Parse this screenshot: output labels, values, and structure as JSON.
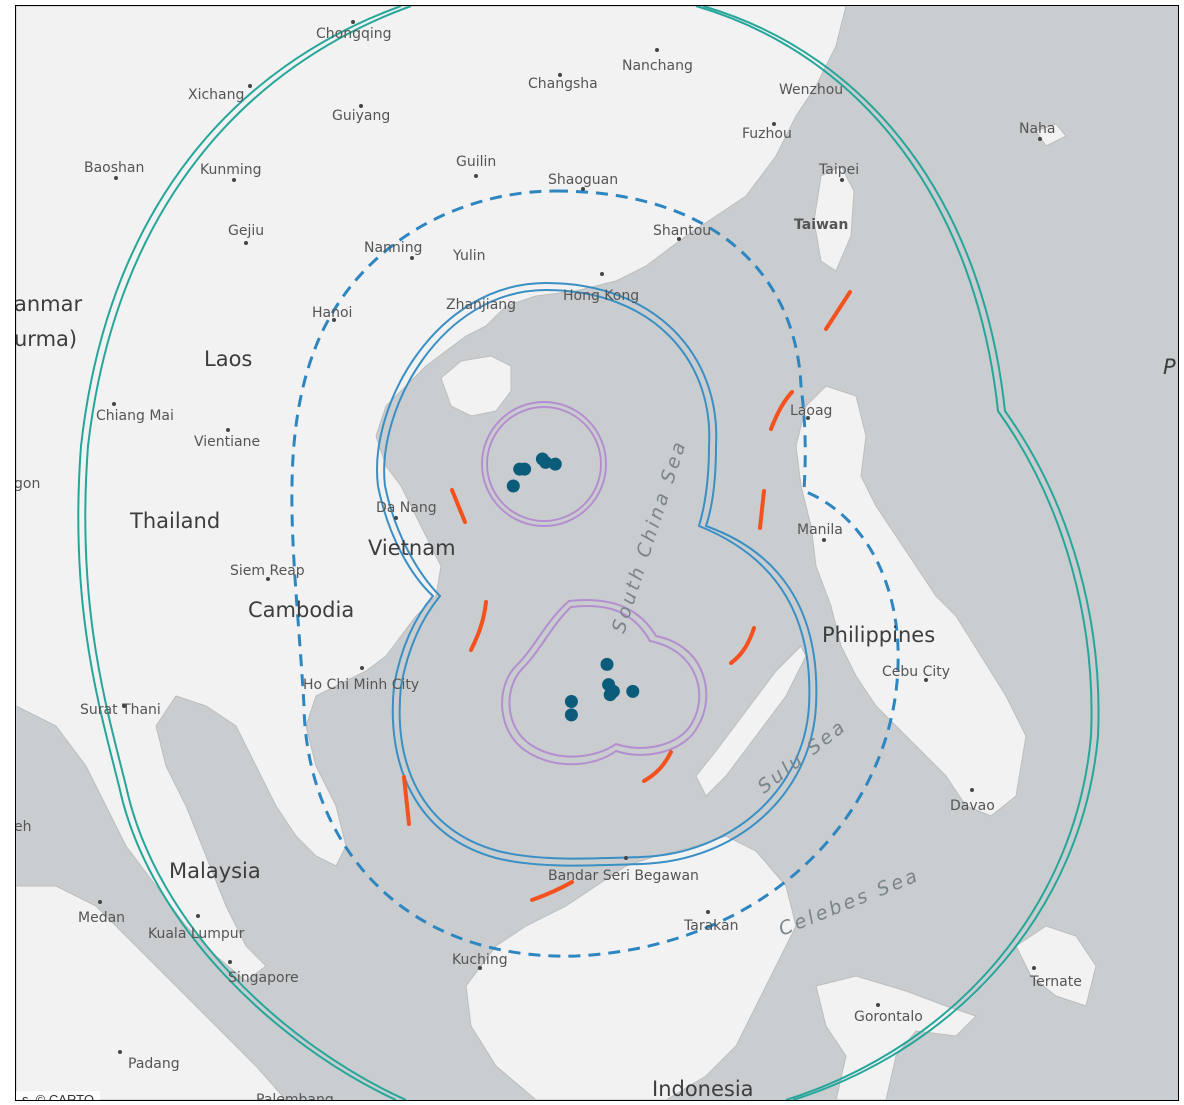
{
  "map": {
    "attribution": "s, © CARTO",
    "countries": [
      "Laos",
      "Thailand",
      "Vietnam",
      "Cambodia",
      "Philippines",
      "Malaysia",
      "Indonesia",
      "Taiwan"
    ],
    "partial_labels": [
      "anmar",
      "urma)",
      "P"
    ],
    "cities": [
      "Chongqing",
      "Nanchang",
      "Changsha",
      "Wenzhou",
      "Xichang",
      "Guiyang",
      "Fuzhou",
      "Naha",
      "Baoshan",
      "Kunming",
      "Guilin",
      "Shaoguan",
      "Taipei",
      "Gejiu",
      "Shantou",
      "Nanning",
      "Yulin",
      "Zhanjiang",
      "Hong Kong",
      "Hanoi",
      "Chiang Mai",
      "Vientiane",
      "Laoag",
      "Da Nang",
      "Manila",
      "Siem Reap",
      "Ho Chi Minh City",
      "Cebu City",
      "Surat Thani",
      "Davao",
      "Bandar Seri Begawan",
      "Medan",
      "Kuala Lumpur",
      "Tarakan",
      "Singapore",
      "Kuching",
      "Ternate",
      "Gorontalo",
      "Padang",
      "Palembang",
      "gon",
      "eh"
    ],
    "seas": [
      "South China Sea",
      "Sulu Sea",
      "Celebes Sea"
    ],
    "colors": {
      "water": "#c9cdd0",
      "land": "#f2f2f2",
      "outer_ring": "#26a69a",
      "dashed_ring": "#2e86c1",
      "mid_ring": "#3a8fc4",
      "inner_rings": "#b48fcf",
      "arcs": "#f4511e",
      "points": "#0b5c7a"
    },
    "points": [
      {
        "lon": 112.3,
        "lat": 16.9
      },
      {
        "lon": 112.4,
        "lat": 16.8
      },
      {
        "lon": 112.7,
        "lat": 16.75
      },
      {
        "lon": 111.6,
        "lat": 16.6
      },
      {
        "lon": 111.75,
        "lat": 16.6
      },
      {
        "lon": 111.4,
        "lat": 16.1
      },
      {
        "lon": 114.3,
        "lat": 10.8
      },
      {
        "lon": 114.35,
        "lat": 10.2
      },
      {
        "lon": 114.5,
        "lat": 10.0
      },
      {
        "lon": 114.4,
        "lat": 9.9
      },
      {
        "lon": 115.1,
        "lat": 10.0
      },
      {
        "lon": 113.2,
        "lat": 9.7
      },
      {
        "lon": 113.2,
        "lat": 9.3
      }
    ]
  }
}
